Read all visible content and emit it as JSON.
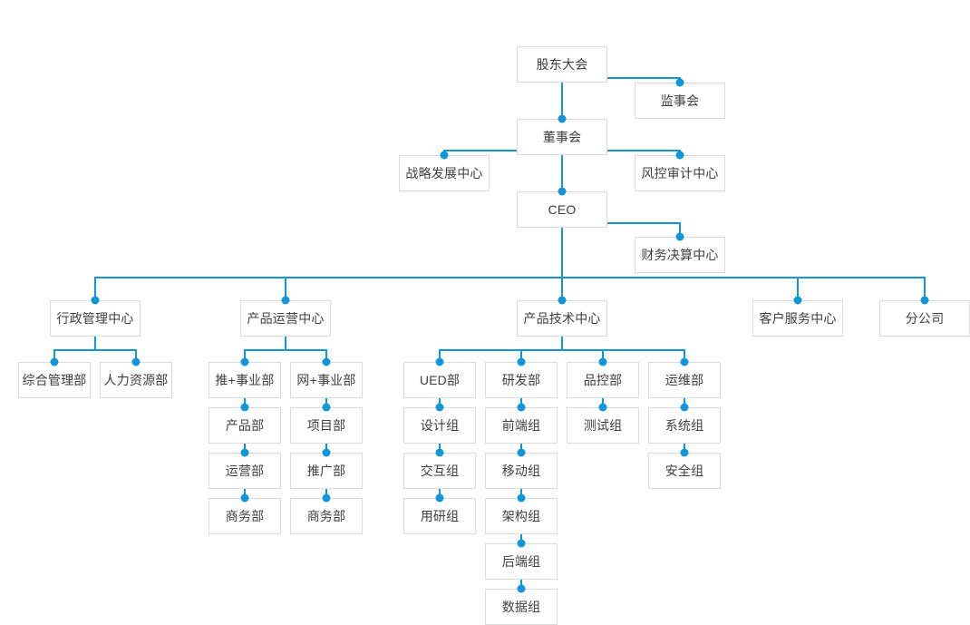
{
  "chart": {
    "type": "org-chart",
    "title": "",
    "theme": {
      "line_color": "#1296db",
      "dot_color": "#1296db",
      "box_border": "#dcdcdc",
      "box_background": "#ffffff",
      "text_color": "#3e3e3e",
      "page_background": "#ffffff"
    },
    "nodes": {
      "shareholders_meeting": "股东大会",
      "board_of_supervisors": "监事会",
      "board_of_directors": "董事会",
      "strategy_development_center": "战略发展中心",
      "risk_audit_center": "风控审计中心",
      "ceo": "CEO",
      "finance_settlement_center": "财务决算中心",
      "admin_management_center": "行政管理中心",
      "general_management_dept": "综合管理部",
      "human_resources_dept": "人力资源部",
      "product_operations_center": "产品运营中心",
      "push_business_unit": "推+事业部",
      "net_business_unit": "网+事业部",
      "product_dept": "产品部",
      "project_dept": "项目部",
      "operations_dept": "运营部",
      "promotion_dept": "推广部",
      "business_dept_left": "商务部",
      "business_dept_right": "商务部",
      "product_technology_center": "产品技术中心",
      "ued_dept": "UED部",
      "rd_dept": "研发部",
      "qa_dept": "品控部",
      "ops_dept": "运维部",
      "design_group": "设计组",
      "frontend_group": "前端组",
      "test_group": "测试组",
      "system_group": "系统组",
      "interaction_group": "交互组",
      "mobile_group": "移动组",
      "security_group": "安全组",
      "user_research_group": "用研组",
      "architecture_group": "架构组",
      "backend_group": "后端组",
      "data_group": "数据组",
      "customer_service_center": "客户服务中心",
      "branch_company": "分公司"
    },
    "hierarchy": {
      "root": "股东大会",
      "levels": [
        {
          "level": 0,
          "items": [
            "股东大会"
          ]
        },
        {
          "level": 1,
          "items": [
            "监事会",
            "董事会"
          ]
        },
        {
          "level": 2,
          "items": [
            "战略发展中心",
            "风控审计中心",
            "CEO"
          ]
        },
        {
          "level": 3,
          "items": [
            "财务决算中心"
          ]
        },
        {
          "level": 4,
          "items": [
            "行政管理中心",
            "产品运营中心",
            "产品技术中心",
            "客户服务中心",
            "分公司"
          ]
        },
        {
          "level": 5,
          "items": [
            "综合管理部",
            "人力资源部",
            "推+事业部",
            "网+事业部",
            "UED部",
            "研发部",
            "品控部",
            "运维部"
          ]
        },
        {
          "level": 6,
          "items": [
            "产品部",
            "项目部",
            "设计组",
            "前端组",
            "测试组",
            "系统组"
          ]
        },
        {
          "level": 7,
          "items": [
            "运营部",
            "推广部",
            "交互组",
            "移动组",
            "安全组"
          ]
        },
        {
          "level": 8,
          "items": [
            "商务部",
            "商务部",
            "用研组",
            "架构组"
          ]
        },
        {
          "level": 9,
          "items": [
            "后端组"
          ]
        },
        {
          "level": 10,
          "items": [
            "数据组"
          ]
        }
      ]
    }
  }
}
